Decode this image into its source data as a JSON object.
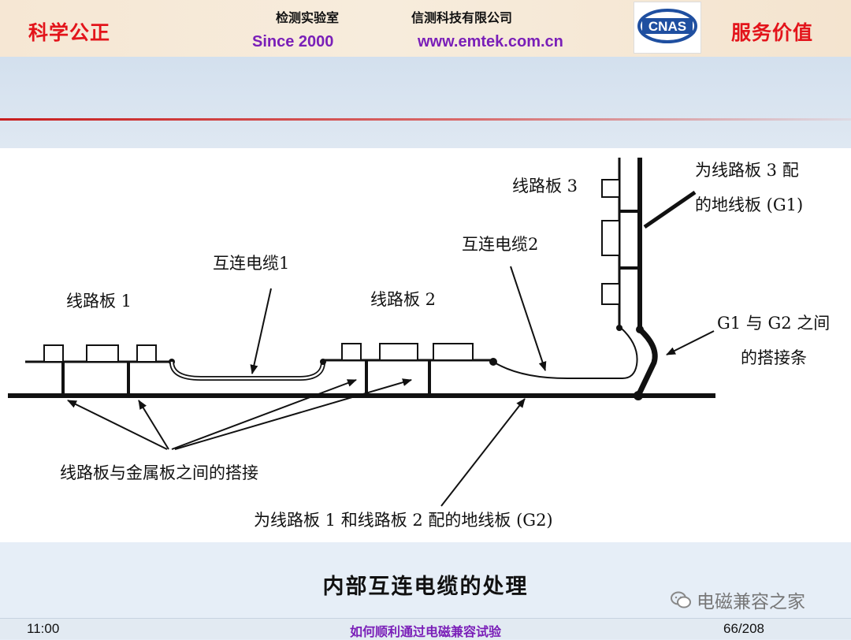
{
  "header": {
    "motto_left": "科学公正",
    "motto_right": "服务价值",
    "lab_name": "检测实验室",
    "company_name": "信测科技有限公司",
    "since": "Since 2000",
    "website": "www.emtek.com.cn",
    "logo_text": "CNAS"
  },
  "diagram": {
    "labels": {
      "board1": "线路板 1",
      "board2": "线路板 2",
      "board3": "线路板 3",
      "cable1": "互连电缆1",
      "cable2": "互连电缆2",
      "g1_line1": "为线路板 3 配",
      "g1_line2": "的地线板 (G1)",
      "strap_line1": "G1 与 G2 之间",
      "strap_line2": "的搭接条",
      "bonding": "线路板与金属板之间的搭接",
      "g2": "为线路板 1 和线路板 2 配的地线板 (G2)"
    }
  },
  "caption": "内部互连电缆的处理",
  "watermark": "电磁兼容之家",
  "footer": {
    "time": "11:00",
    "title": "如何顺利通过电磁兼容试验",
    "page": "66/208"
  },
  "colors": {
    "motto_red": "#e3141b",
    "accent_purple": "#7a1fb8",
    "cnas_blue": "#1f4fa0"
  }
}
